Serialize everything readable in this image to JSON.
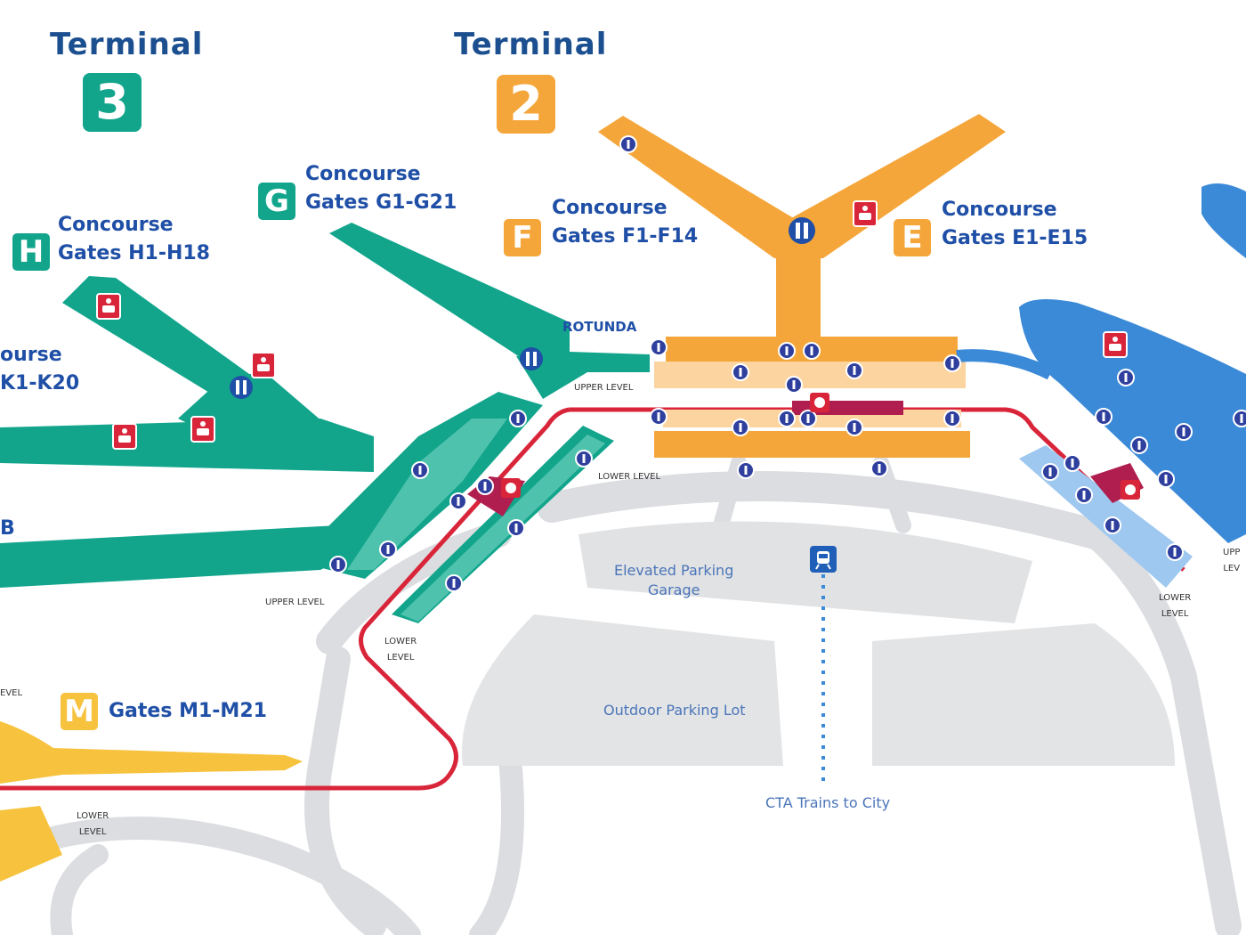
{
  "terminals": [
    {
      "title": "Terminal",
      "number": "3",
      "color": "#12a58c"
    },
    {
      "title": "Terminal",
      "number": "2",
      "color": "#f5a63a"
    }
  ],
  "concourses": [
    {
      "letter": "G",
      "line1": "Concourse",
      "line2": "Gates G1-G21",
      "color": "#12a58c"
    },
    {
      "letter": "H",
      "line1": "Concourse",
      "line2": "Gates H1-H18",
      "color": "#12a58c"
    },
    {
      "letter": "",
      "line1": "ourse",
      "line2": "K1-K20",
      "color": "#12a58c"
    },
    {
      "letter": "F",
      "line1": "Concourse",
      "line2": "Gates F1-F14",
      "color": "#f5a63a"
    },
    {
      "letter": "E",
      "line1": "Concourse",
      "line2": "Gates E1-E15",
      "color": "#f5a63a"
    },
    {
      "letter": "M",
      "line1": "",
      "line2": "Gates M1-M21",
      "color": "#f7c23d"
    }
  ],
  "labels": {
    "rotunda": "ROTUNDA",
    "upper_level": "UPPER LEVEL",
    "lower_level": "LOWER LEVEL",
    "lower_level_stacked": "LOWER\nLEVEL",
    "upper_level_right": "UPP\nLEV",
    "partial_b": "B",
    "partial_level": "EVEL",
    "elevated_parking": "Elevated Parking\nGarage",
    "outdoor_parking": "Outdoor Parking Lot",
    "cta_trains": "CTA Trains to City"
  },
  "icons": {
    "info": "info-icon",
    "restroom": "restroom-icon",
    "elevator": "elevator-icon",
    "train": "train-icon",
    "security": "security-checkpoint-icon"
  },
  "colors": {
    "terminal3": "#12a58c",
    "terminal2": "#f5a63a",
    "terminal1": "#3b8ad8",
    "gates_m": "#f7c23d",
    "atc_line": "#d9253a",
    "security": "#b01e4f",
    "roads": "#d9dadc",
    "label_blue": "#1f4fa6"
  }
}
